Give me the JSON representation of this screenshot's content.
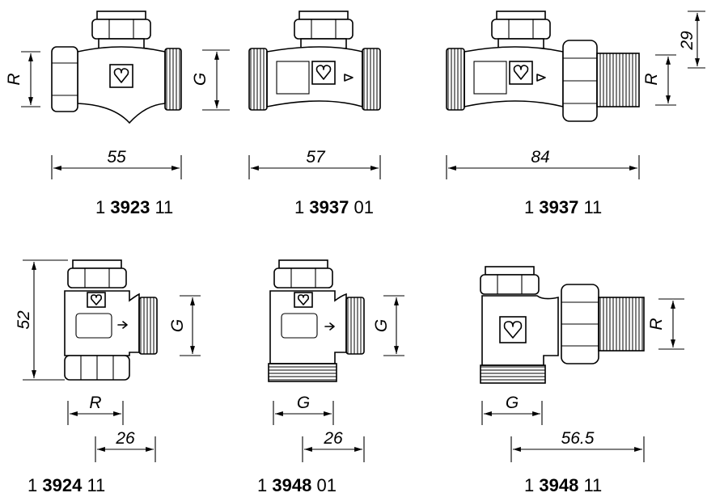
{
  "valves": [
    {
      "id": "v1",
      "caption": {
        "prefix": "1",
        "number": "3923",
        "suffix": "11"
      },
      "dims": {
        "thread": "R",
        "length": "55"
      }
    },
    {
      "id": "v2",
      "caption": {
        "prefix": "1",
        "number": "3937",
        "suffix": "01"
      },
      "dims": {
        "thread": "G",
        "length": "57"
      }
    },
    {
      "id": "v3",
      "caption": {
        "prefix": "1",
        "number": "3937",
        "suffix": "11"
      },
      "dims": {
        "thread": "R",
        "length": "84",
        "height": "29"
      }
    },
    {
      "id": "v4",
      "caption": {
        "prefix": "1",
        "number": "3924",
        "suffix": "11"
      },
      "dims": {
        "height": "52",
        "thread_side": "G",
        "thread_bottom": "R",
        "offset": "26"
      }
    },
    {
      "id": "v5",
      "caption": {
        "prefix": "1",
        "number": "3948",
        "suffix": "01"
      },
      "dims": {
        "thread_side": "G",
        "thread_bottom": "G",
        "offset": "26"
      }
    },
    {
      "id": "v6",
      "caption": {
        "prefix": "1",
        "number": "3948",
        "suffix": "11"
      },
      "dims": {
        "thread_side": "R",
        "thread_bottom": "G",
        "offset": "56.5"
      }
    }
  ]
}
